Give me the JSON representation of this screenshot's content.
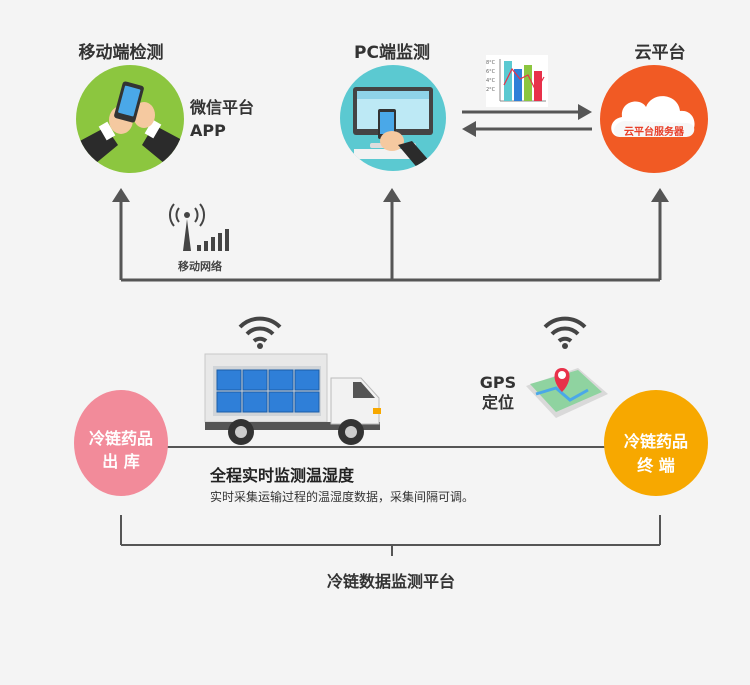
{
  "nodes": {
    "mobile": {
      "title": "移动端检测",
      "side_label_1": "微信平台",
      "side_label_2": "APP",
      "color": "#8cc63f"
    },
    "pc": {
      "title": "PC端监测",
      "color": "#5bc9d1"
    },
    "cloud": {
      "title": "云平台",
      "server_label": "云平台服务器",
      "color": "#f15a24"
    },
    "warehouse": {
      "line1": "冷链药品",
      "line2": "出 库",
      "color": "#f28b9a"
    },
    "terminal": {
      "line1": "冷链药品",
      "line2": "终 端",
      "color": "#f7a800"
    }
  },
  "network_label": "移动网络",
  "gps_label_1": "GPS",
  "gps_label_2": "定位",
  "mini_chart_ticks": [
    "8°C",
    "6°C",
    "4°C",
    "2°C"
  ],
  "main_caption": "全程实时监测温湿度",
  "sub_caption": "实时采集运输过程的温湿度数据，采集间隔可调。",
  "bottom_caption": "冷链数据监测平台",
  "colors": {
    "line": "#555555",
    "truck_box": "#e8e8e8",
    "truck_cargo": "#2f7fd8"
  },
  "icons": [
    "signal-tower-icon",
    "wifi-icon",
    "gps-map-icon",
    "cloud-icon",
    "mini-chart-icon",
    "truck-icon"
  ]
}
